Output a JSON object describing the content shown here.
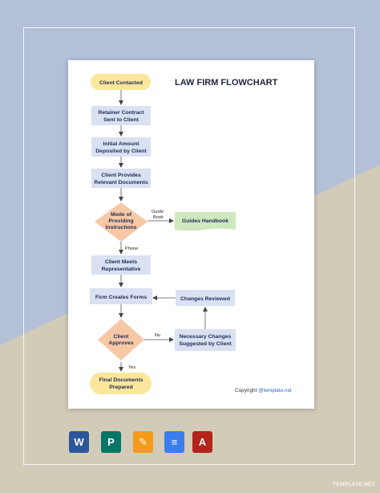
{
  "colors": {
    "background_top": "#b3c0d8",
    "background_bottom": "#d2cbb7",
    "rounded_node": "#fbe69b",
    "process_node": "#d9e1f2",
    "decision_node": "#f7c8a6",
    "handbook_node": "#cfe8be"
  },
  "diagram": {
    "title": "LAW FIRM FLOWCHART",
    "nodes": {
      "client_contacted": [
        "Client Contacted"
      ],
      "retainer_contract": [
        "Retainer Contract",
        "Sent to Client"
      ],
      "initial_amount": [
        "Initial Amount",
        "Deposited by Client"
      ],
      "client_provides_docs": [
        "Client Provides",
        "Relevant Documents"
      ],
      "mode_of_instructions": [
        "Mode of",
        "Providing",
        "Instructions"
      ],
      "guides_handbook": [
        "Guides Handbook"
      ],
      "client_meets_rep": [
        "Client Meets",
        "Representative"
      ],
      "firm_creates_forms": [
        "Firm Creates Forms"
      ],
      "changes_reviewed": [
        "Changes Reviewed"
      ],
      "client_approves": [
        "Client",
        "Approves"
      ],
      "necessary_changes": [
        "Necessary Changes",
        "Suggested by Client"
      ],
      "final_documents": [
        "Final Documents",
        "Prepared"
      ]
    },
    "edge_labels": {
      "guide_book": [
        "Guide",
        "Book"
      ],
      "phone": "Phone",
      "no": "No",
      "yes": "Yes"
    }
  },
  "copyright": {
    "prefix": "Copyright",
    "link": "@template.net"
  },
  "format_icons": [
    {
      "name": "word-icon",
      "glyph": "W",
      "color": "#2b579a"
    },
    {
      "name": "publisher-icon",
      "glyph": "P",
      "color": "#077568"
    },
    {
      "name": "pages-icon",
      "glyph": "✎",
      "color": "#f59b1b"
    },
    {
      "name": "google-docs-icon",
      "glyph": "≡",
      "color": "#3b7ded"
    },
    {
      "name": "pdf-icon",
      "glyph": "A",
      "color": "#b3241b"
    }
  ],
  "badge": "TEMPLATE.NET"
}
